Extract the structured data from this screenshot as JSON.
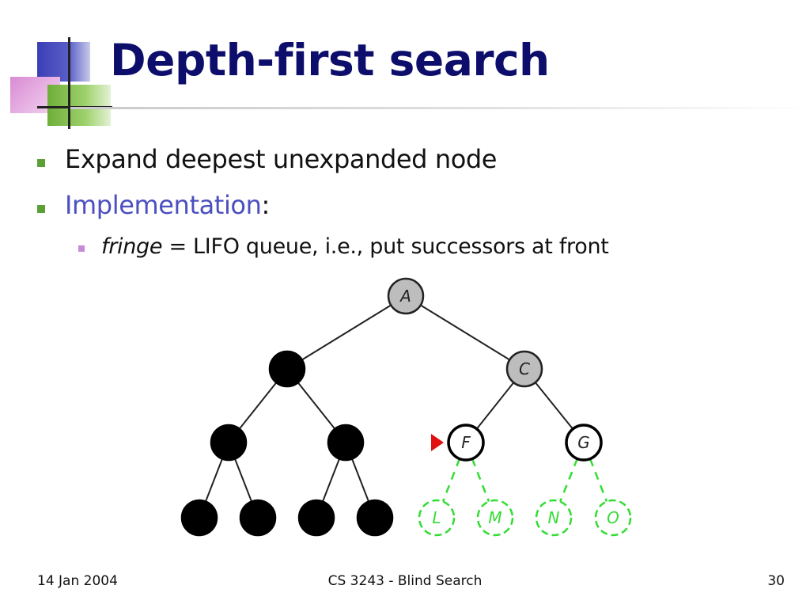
{
  "slide": {
    "title": "Depth-first search",
    "bullets": {
      "b1": "Expand deepest unexpanded node",
      "b2_label": "Implementation",
      "b2_suffix": ":",
      "b3_term": "fringe",
      "b3_rest": " = LIFO queue, i.e., put successors at front"
    }
  },
  "tree": {
    "nodes": [
      {
        "id": "A",
        "label": "A",
        "style": "expanded-gray"
      },
      {
        "id": "B",
        "label": "",
        "style": "removed-black"
      },
      {
        "id": "C",
        "label": "C",
        "style": "expanded-gray"
      },
      {
        "id": "D",
        "label": "",
        "style": "removed-black"
      },
      {
        "id": "E",
        "label": "",
        "style": "removed-black"
      },
      {
        "id": "F",
        "label": "F",
        "style": "fringe-white"
      },
      {
        "id": "G",
        "label": "G",
        "style": "fringe-white"
      },
      {
        "id": "H",
        "label": "",
        "style": "removed-black"
      },
      {
        "id": "I",
        "label": "",
        "style": "removed-black"
      },
      {
        "id": "J",
        "label": "",
        "style": "removed-black"
      },
      {
        "id": "K",
        "label": "",
        "style": "removed-black"
      },
      {
        "id": "L",
        "label": "L",
        "style": "unexplored-green"
      },
      {
        "id": "M",
        "label": "M",
        "style": "unexplored-green"
      },
      {
        "id": "N",
        "label": "N",
        "style": "unexplored-green"
      },
      {
        "id": "O",
        "label": "O",
        "style": "unexplored-green"
      }
    ],
    "edges": [
      [
        "A",
        "B",
        "solid"
      ],
      [
        "A",
        "C",
        "solid"
      ],
      [
        "B",
        "D",
        "solid"
      ],
      [
        "B",
        "E",
        "solid"
      ],
      [
        "C",
        "F",
        "solid"
      ],
      [
        "C",
        "G",
        "solid"
      ],
      [
        "D",
        "H",
        "solid"
      ],
      [
        "D",
        "I",
        "solid"
      ],
      [
        "E",
        "J",
        "solid"
      ],
      [
        "E",
        "K",
        "solid"
      ],
      [
        "F",
        "L",
        "dashed"
      ],
      [
        "F",
        "M",
        "dashed"
      ],
      [
        "G",
        "N",
        "dashed"
      ],
      [
        "G",
        "O",
        "dashed"
      ]
    ],
    "current_node_marker": "F",
    "colors": {
      "expanded_gray": "#bdbdbd",
      "removed_black": "#000000",
      "fringe_white": "#ffffff",
      "unexplored_green": "#33dd33",
      "marker_red": "#e01010"
    }
  },
  "footer": {
    "date": "14 Jan 2004",
    "course": "CS 3243 - Blind Search",
    "page": "30"
  },
  "colors": {
    "title": "#0d0d6b",
    "accent_link": "#4b4fc0",
    "bullet_main": "#5aa034",
    "bullet_sub": "#c58ad9"
  }
}
